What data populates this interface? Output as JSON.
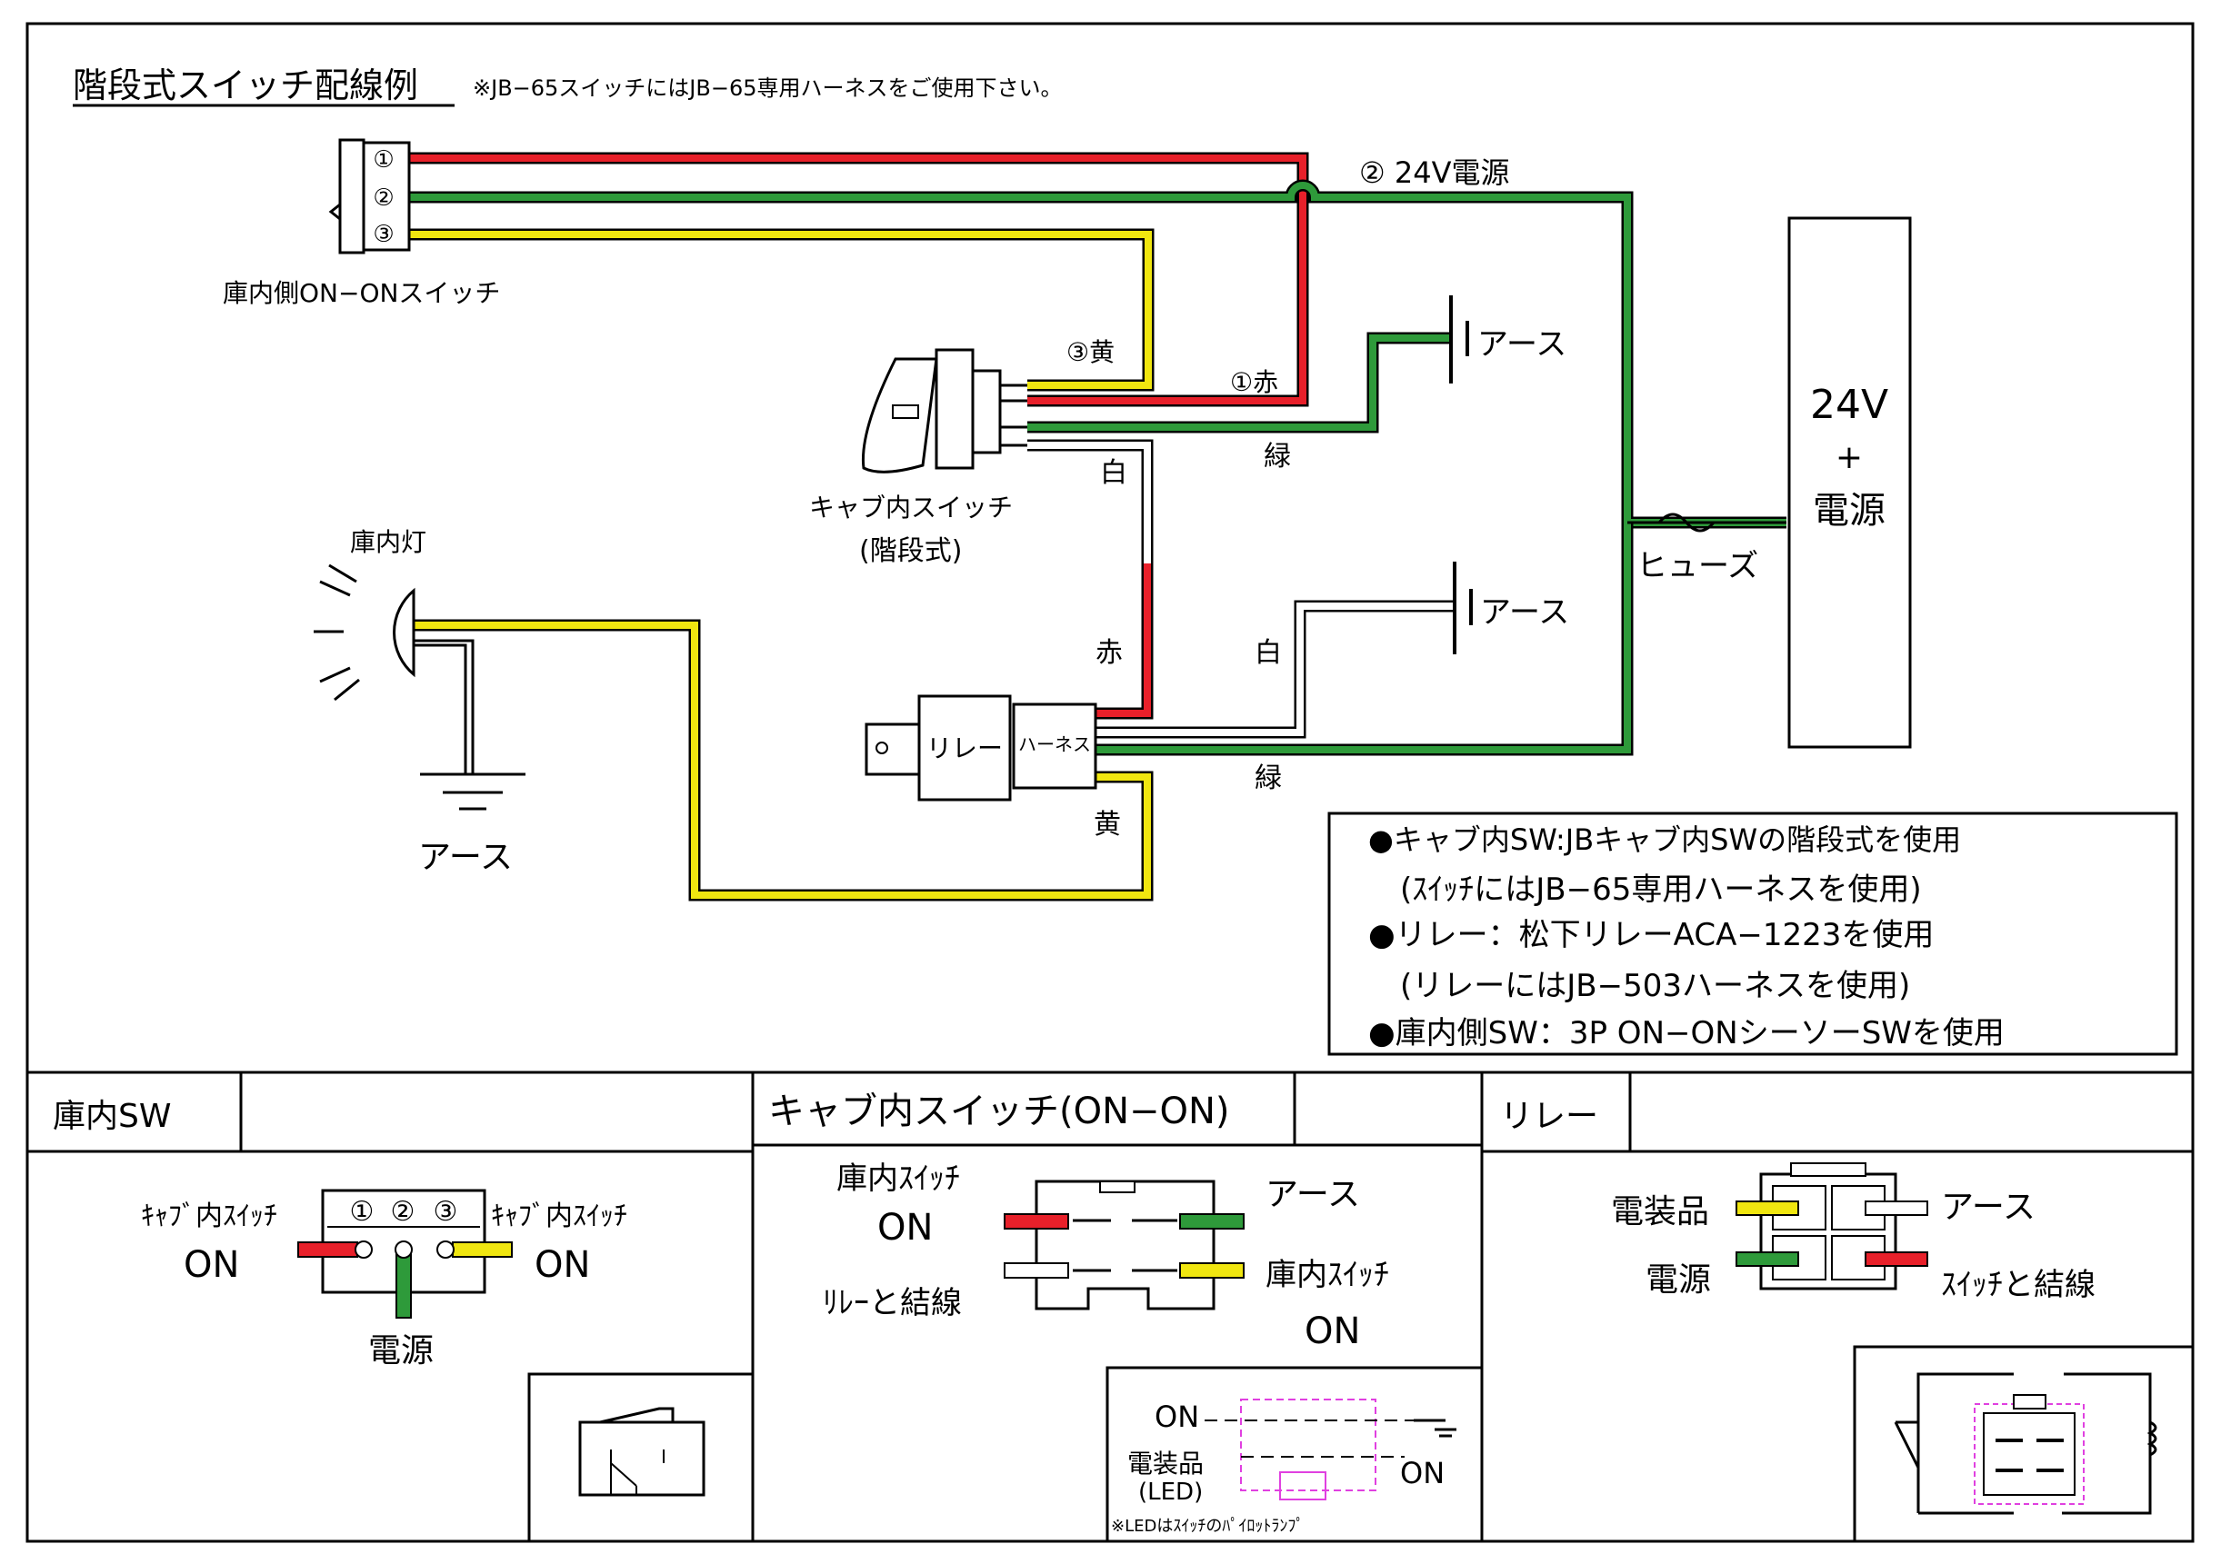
{
  "header": {
    "title": "階段式スイッチ配線例",
    "note": "※JB−65スイッチにはJB−65専用ハーネスをご使用下さい。"
  },
  "main": {
    "cab_lamp_switch": {
      "pins": [
        "①",
        "②",
        "③"
      ],
      "label": "庫内側ON−ONスイッチ"
    },
    "wire_labels": {
      "power_24v": "② 24V電源",
      "yellow3": "③黄",
      "red1": "①赤",
      "green": "緑",
      "white": "白",
      "red": "赤",
      "white2": "白",
      "green2": "緑",
      "yellow": "黄"
    },
    "cab_switch": {
      "label1": "キャブ内スイッチ",
      "label2": "(階段式)"
    },
    "lamp": {
      "label": "庫内灯",
      "ground": "アース"
    },
    "grounds": [
      "アース",
      "アース"
    ],
    "relay": {
      "label": "リレー",
      "harness": "ハーネス"
    },
    "fuse": {
      "label": "ヒューズ"
    },
    "power_supply": {
      "line1": "24V",
      "line2": "+",
      "line3": "電源"
    },
    "notes": [
      "●キャブ内SW:JBキャブ内SWの階段式を使用",
      "(ｽｲｯﾁにはJB−65専用ハーネスを使用)",
      "●リレー：松下リレーACA−1223を使用",
      "(リレーにはJB−503ハーネスを使用)",
      "●庫内側SW：3P ON−ONシーソーSWを使用"
    ]
  },
  "panels": {
    "left": {
      "title": "庫内SW",
      "pins": [
        "①",
        "②",
        "③"
      ],
      "left_label": "ｷｬﾌﾞ内ｽｲｯﾁ",
      "left_on": "ON",
      "right_label": "ｷｬﾌﾞ内ｽｲｯﾁ",
      "right_on": "ON",
      "bottom": "電源"
    },
    "middle": {
      "title": "キャブ内スイッチ(ON−ON)",
      "tl_label": "庫内ｽｲｯﾁ",
      "tl_on": "ON",
      "tr_label": "アース",
      "bl_label": "ﾘﾚｰと結線",
      "br_label": "庫内ｽｲｯﾁ",
      "br_on": "ON",
      "inset": {
        "on_top": "ON",
        "on_right": "ON",
        "equip": "電装品",
        "led": "(LED)",
        "note": "※LEDはｽｲｯﾁのﾊﾟｲﾛｯﾄﾗﾝﾌﾟ"
      }
    },
    "right": {
      "title": "リレー",
      "tl": "電装品",
      "tr": "アース",
      "bl": "電源",
      "br": "ｽｲｯﾁと結線"
    }
  },
  "colors": {
    "red": "#e8202a",
    "green": "#2e9a3a",
    "yellow": "#f0e610",
    "magenta": "#e040e0"
  }
}
